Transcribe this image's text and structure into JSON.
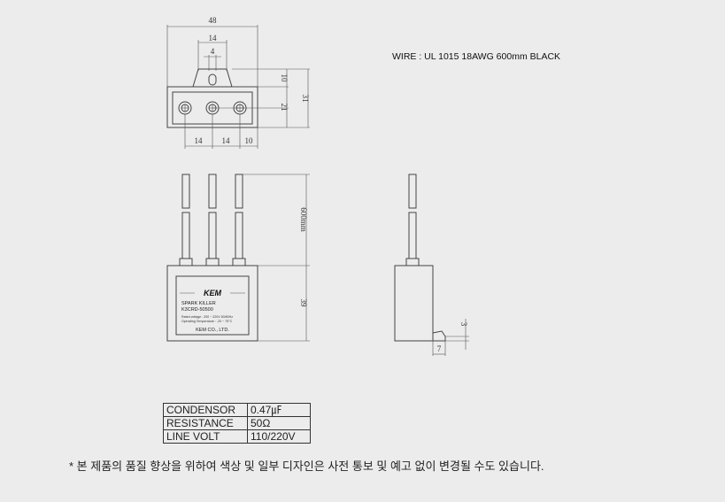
{
  "wire_note": "WIRE : UL 1015 18AWG 600mm BLACK",
  "dimensions": {
    "top_width": "48",
    "top_inner": "14",
    "top_slot": "4",
    "right_upper": "10",
    "right_lower": "21",
    "right_total": "31",
    "bottom_a": "14",
    "bottom_b": "14",
    "bottom_c": "10",
    "wire_length": "600mm",
    "body_height": "39",
    "side_foot_height": "3",
    "side_foot_width": "7"
  },
  "label": {
    "brand": "KEM",
    "line1": "SPARK KILLER",
    "line2": "K3CRD-50500",
    "rated": "Rated voltage : 200 ~ 220V 50/60Hz",
    "temp": "Operating Temperature : -20 ~ 75°C",
    "maker": "KEM CO., LTD."
  },
  "spec_table": [
    {
      "key": "CONDENSOR",
      "value": "0.47㎌"
    },
    {
      "key": "RESISTANCE",
      "value": "50Ω"
    },
    {
      "key": "LINE VOLT",
      "value": "110/220V"
    }
  ],
  "footnote": "* 본 제품의 품질 향상을 위하여 색상 및 일부 디자인은 사전 통보 및 예고 없이 변경될 수도 있습니다."
}
